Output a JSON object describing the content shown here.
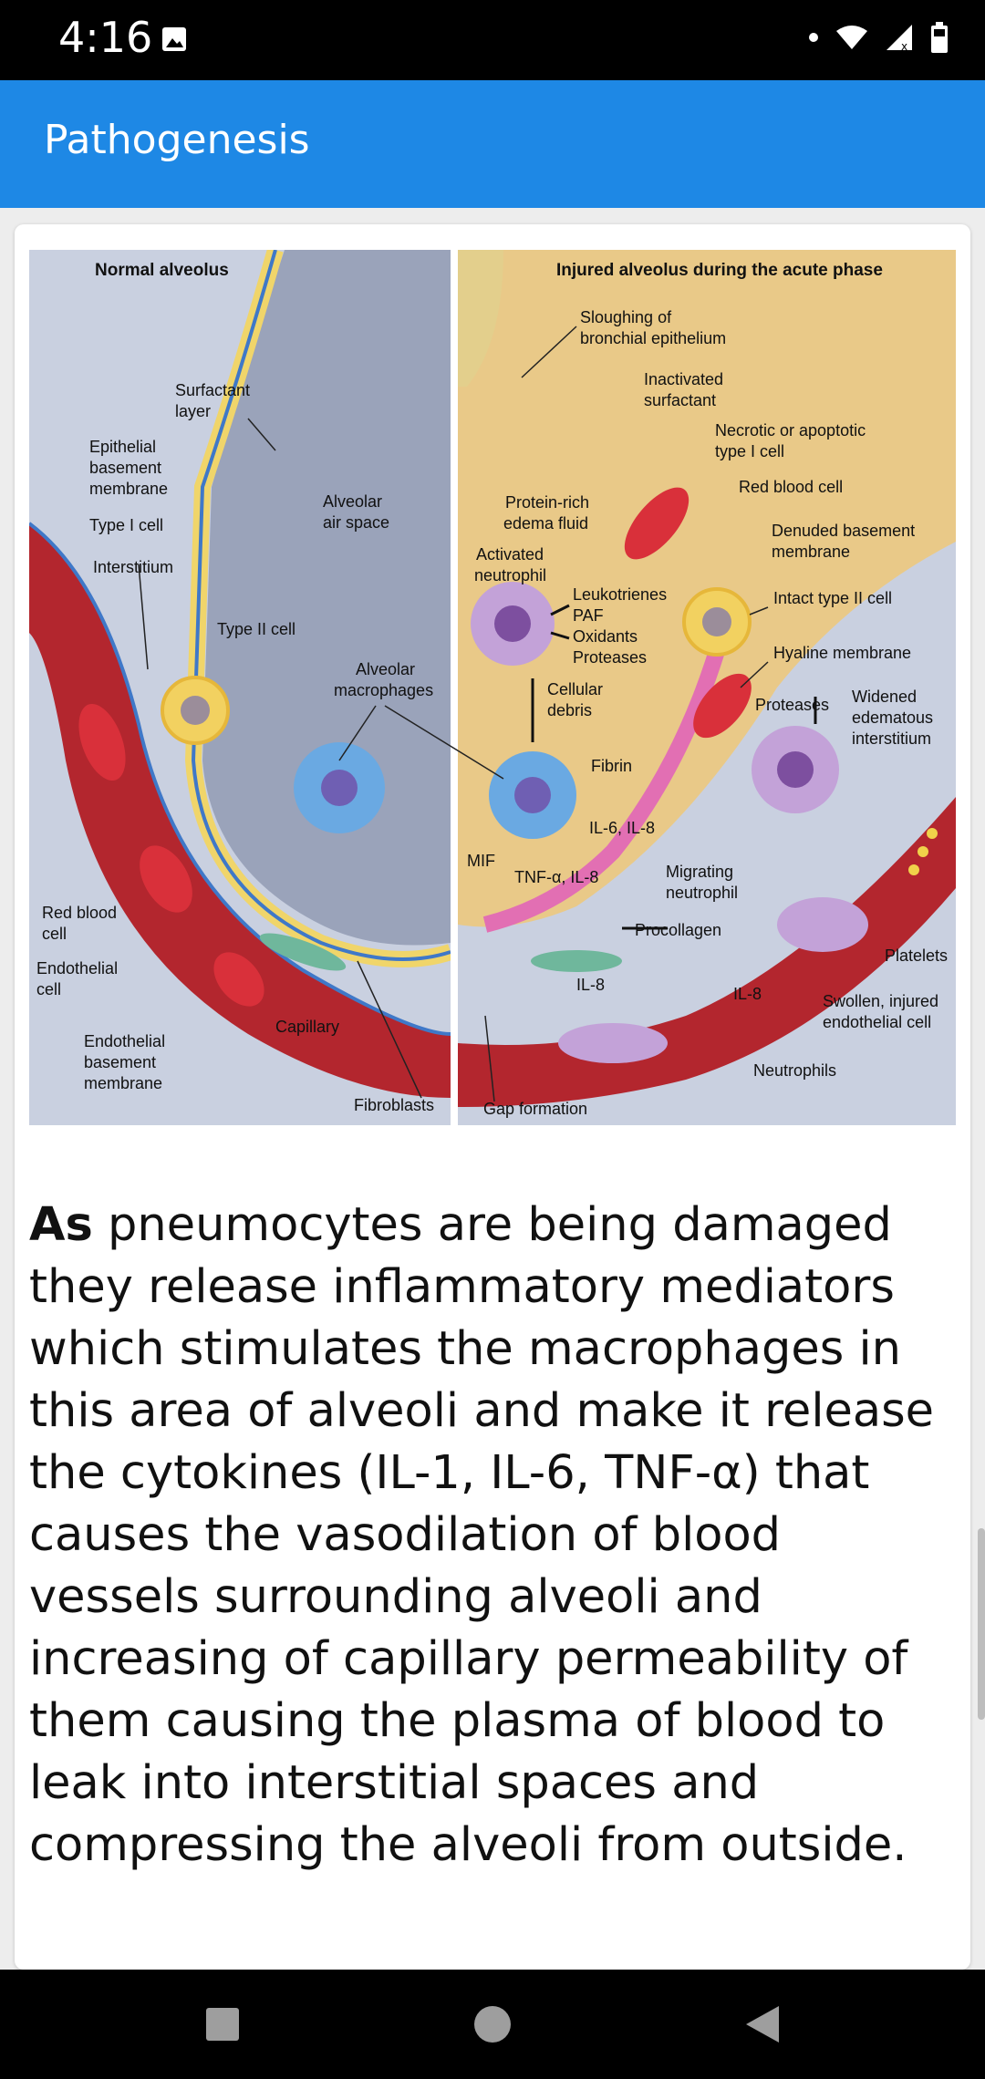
{
  "status_bar": {
    "time": "4:16",
    "icons": [
      "image-icon",
      "dot-icon",
      "wifi-icon",
      "signal-icon",
      "battery-icon"
    ]
  },
  "app_bar": {
    "title": "Pathogenesis"
  },
  "figure": {
    "left_heading": "Normal alveolus",
    "right_heading": "Injured alveolus during the acute phase",
    "labels": {
      "surfactant_layer": [
        "Surfactant",
        "layer"
      ],
      "epithelial_basement_membrane": [
        "Epithelial",
        "basement",
        "membrane"
      ],
      "type_i_cell": "Type I cell",
      "interstitium": "Interstitium",
      "alveolar_air_space": [
        "Alveolar",
        "air space"
      ],
      "type_ii_cell": "Type II cell",
      "alveolar_macrophages": [
        "Alveolar",
        "macrophages"
      ],
      "red_blood_cell_left": [
        "Red blood",
        "cell"
      ],
      "endothelial_cell": [
        "Endothelial",
        "cell"
      ],
      "endothelial_basement_membrane": [
        "Endothelial",
        "basement",
        "membrane"
      ],
      "capillary": "Capillary",
      "fibroblasts": "Fibroblasts",
      "gap_formation": "Gap formation",
      "sloughing": [
        "Sloughing of",
        "bronchial epithelium"
      ],
      "inactivated_surfactant": [
        "Inactivated",
        "surfactant"
      ],
      "necrotic": [
        "Necrotic or apoptotic",
        "type I cell"
      ],
      "red_blood_cell_right": "Red blood cell",
      "protein_rich": [
        "Protein-rich",
        "edema fluid"
      ],
      "denuded": [
        "Denuded basement",
        "membrane"
      ],
      "activated_neutrophil": [
        "Activated",
        "neutrophil"
      ],
      "mediators": [
        "Leukotrienes",
        "PAF",
        "Oxidants",
        "Proteases"
      ],
      "intact_type_ii": "Intact type II cell",
      "hyaline": "Hyaline membrane",
      "cellular_debris": [
        "Cellular",
        "debris"
      ],
      "proteases": "Proteases",
      "widened": [
        "Widened",
        "edematous",
        "interstitium"
      ],
      "fibrin": "Fibrin",
      "il6_il8": "IL-6, IL-8",
      "mif": "MIF",
      "tnf": "TNF-α, IL-8",
      "migrating": [
        "Migrating",
        "neutrophil"
      ],
      "procollagen": "Procollagen",
      "platelets": "Platelets",
      "il8_a": "IL-8",
      "il8_b": "IL-8",
      "swollen": [
        "Swollen, injured",
        "endothelial cell"
      ],
      "neutrophils": "Neutrophils"
    }
  },
  "article": {
    "lead_word": "As",
    "body": " pneumocytes are being damaged they release inflammatory mediators which stimulates the macrophages in this area of alveoli and make it release the cytokines (IL-1, IL-6, TNF-α) that causes the vasodilation of blood vessels surrounding alveoli and increasing of capillary permeability of them causing the plasma of blood to leak into interstitial spaces and compressing the alveoli from outside."
  },
  "nav_bar": {
    "buttons": [
      "recents-button",
      "home-button",
      "back-button"
    ]
  },
  "colors": {
    "app_bar": "#1e88e5",
    "status_bar": "#000000",
    "card": "#ffffff",
    "figure_bg": "#c7cfdf",
    "vessel": "#b3262e",
    "edema": "#e9c988"
  }
}
